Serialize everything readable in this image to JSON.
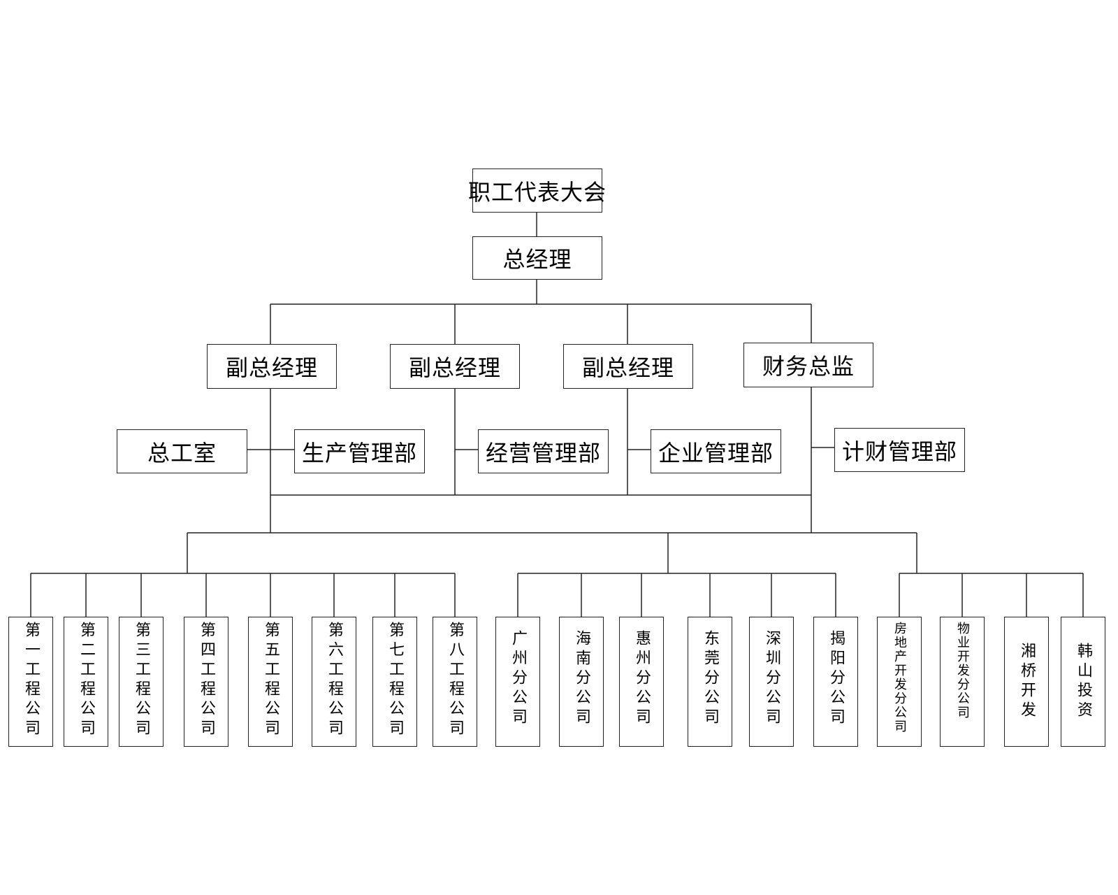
{
  "top": {
    "congress": "职工代表大会",
    "gm": "总经理"
  },
  "executives": [
    {
      "label": "副总经理"
    },
    {
      "label": "副总经理"
    },
    {
      "label": "副总经理"
    },
    {
      "label": "财务总监"
    }
  ],
  "departments": [
    {
      "label": "总工室"
    },
    {
      "label": "生产管理部"
    },
    {
      "label": "经营管理部"
    },
    {
      "label": "企业管理部"
    },
    {
      "label": "计财管理部"
    }
  ],
  "units": [
    {
      "label": "第一工程公司"
    },
    {
      "label": "第二工程公司"
    },
    {
      "label": "第三工程公司"
    },
    {
      "label": "第四工程公司"
    },
    {
      "label": "第五工程公司"
    },
    {
      "label": "第六工程公司"
    },
    {
      "label": "第七工程公司"
    },
    {
      "label": "第八工程公司"
    },
    {
      "label": "广州分公司"
    },
    {
      "label": "海南分公司"
    },
    {
      "label": "惠州分公司"
    },
    {
      "label": "东莞分公司"
    },
    {
      "label": "深圳分公司"
    },
    {
      "label": "揭阳分公司"
    },
    {
      "label": "房地产开发分公司"
    },
    {
      "label": "物业开发分公司"
    },
    {
      "label": "湘桥开发"
    },
    {
      "label": "韩山投资"
    }
  ]
}
